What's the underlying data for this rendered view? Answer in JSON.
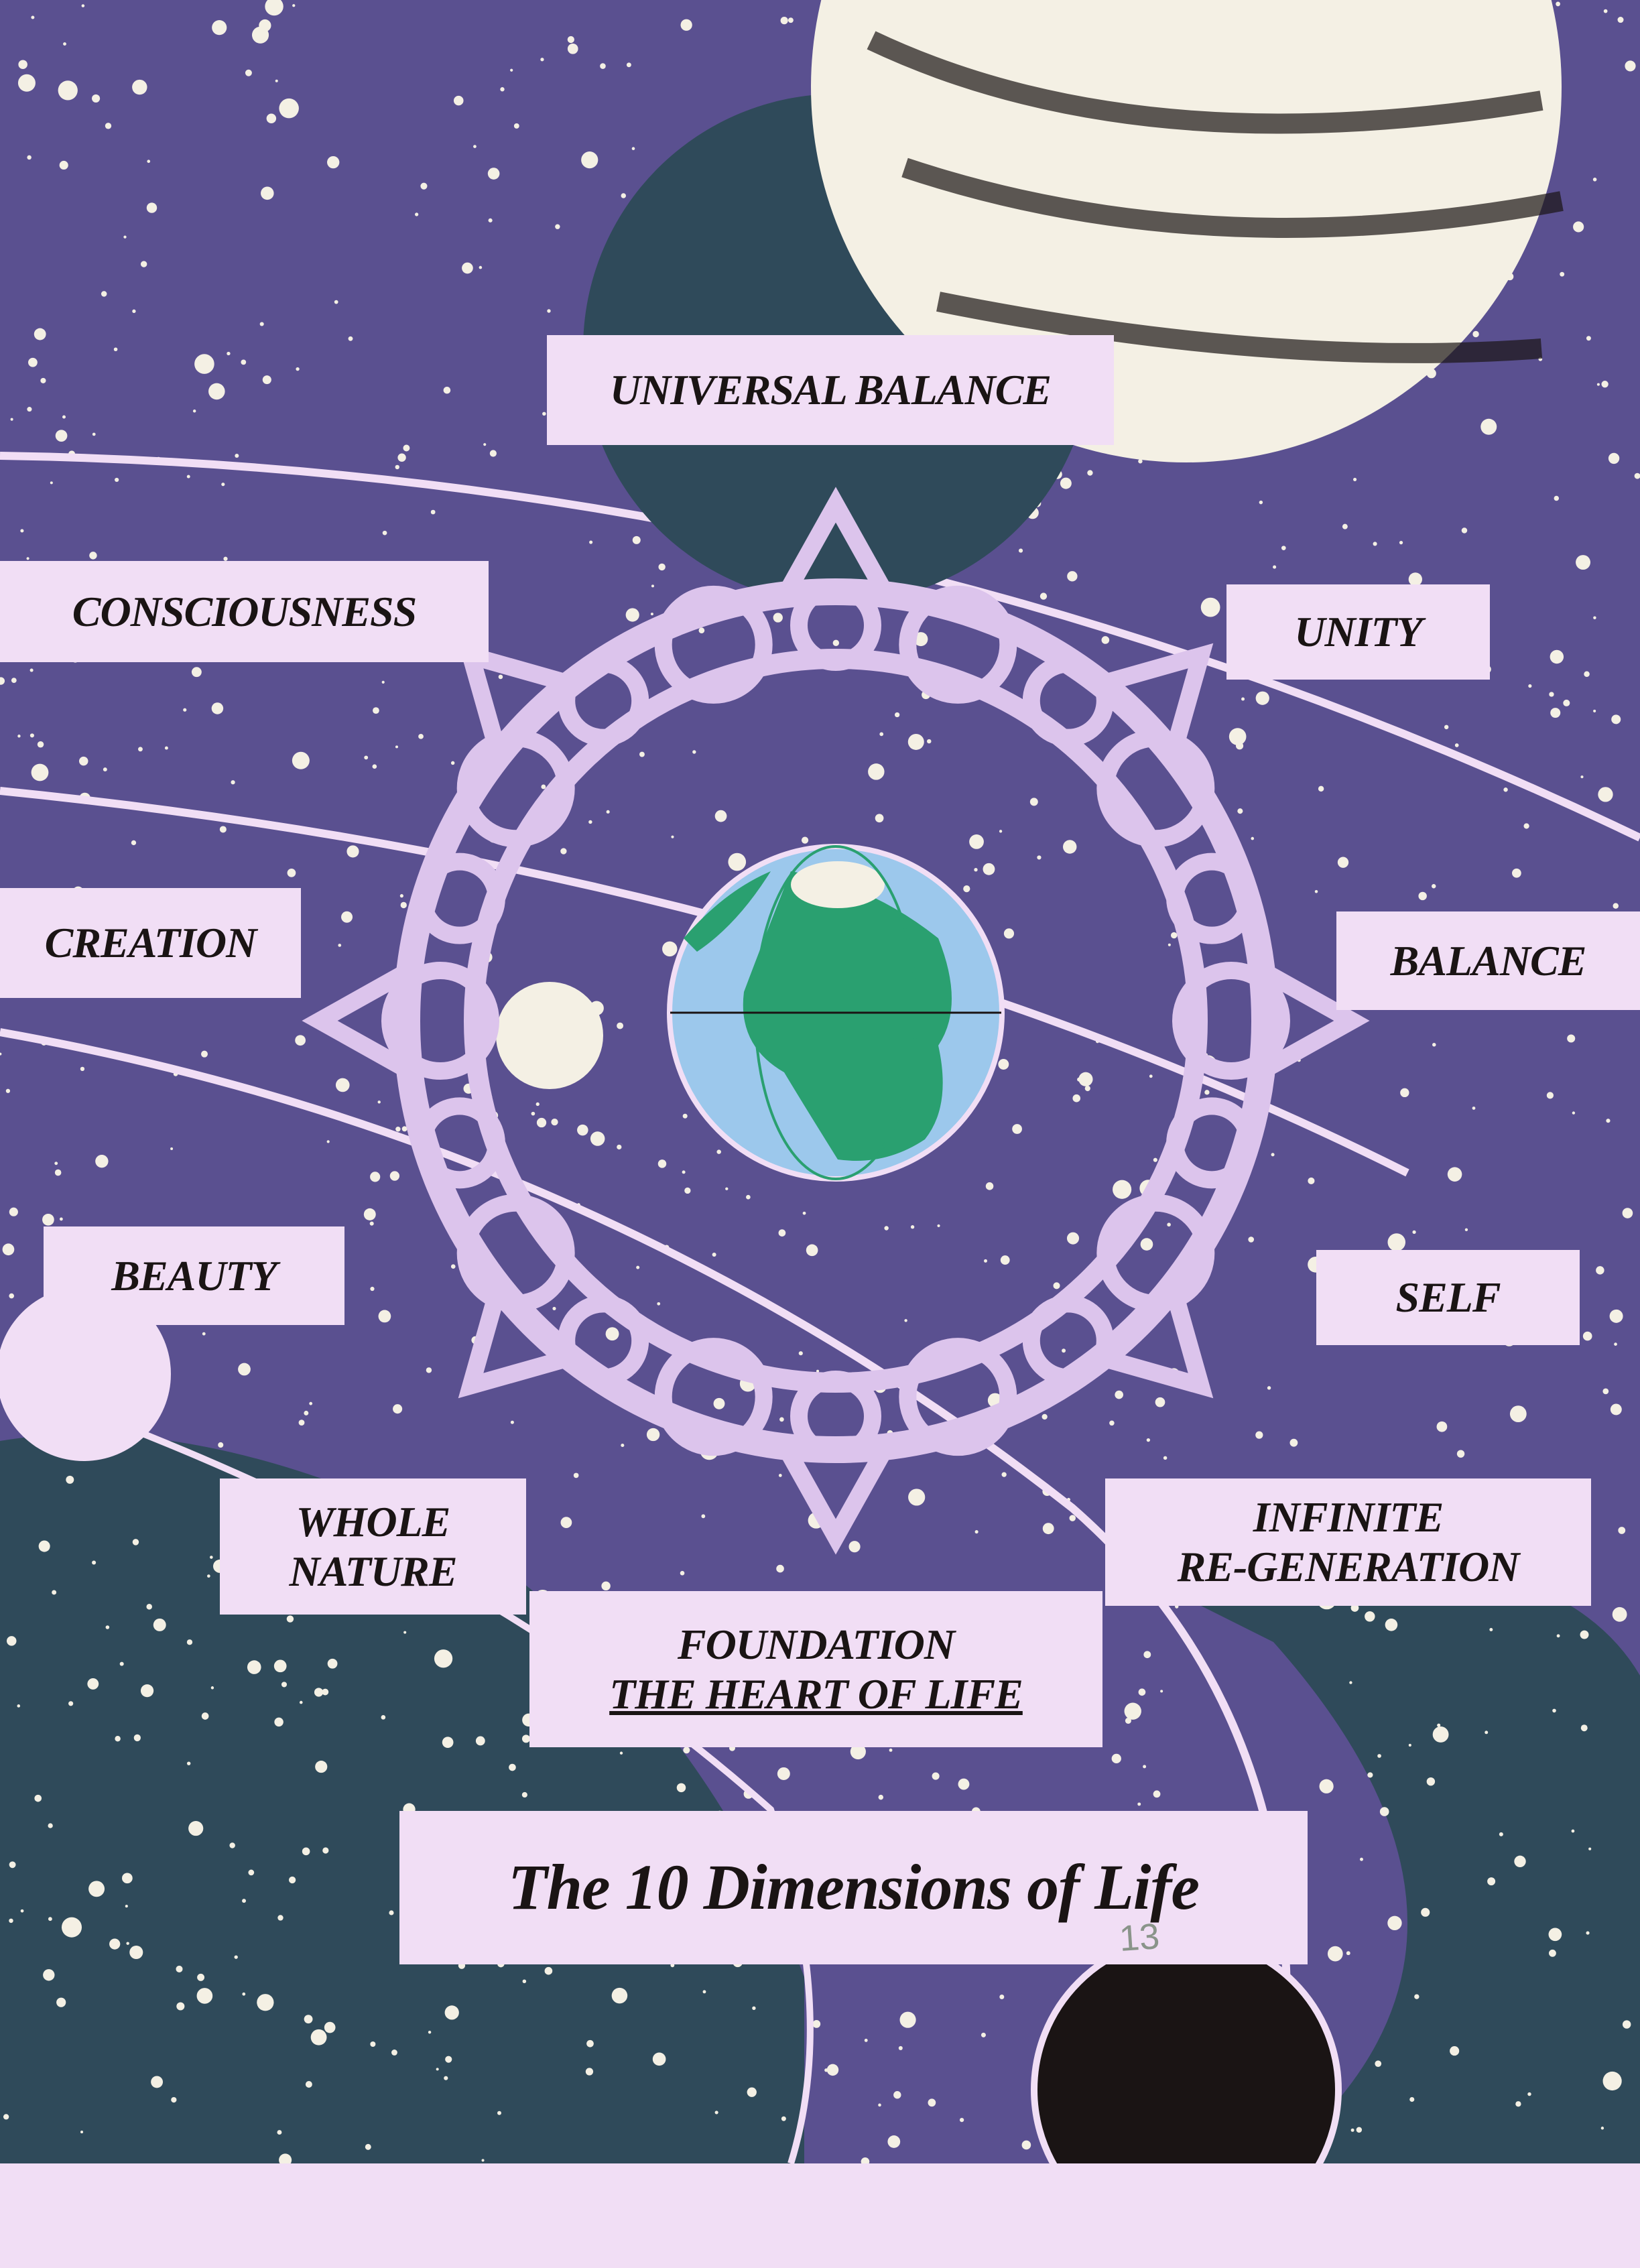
{
  "poster": {
    "title": "The 10 Dimensions of Life",
    "page_number": "13",
    "labels": {
      "universal_balance": "UNIVERSAL BALANCE",
      "consciousness": "CONSCIOUSNESS",
      "unity": "UNITY",
      "creation": "CREATION",
      "balance": "BALANCE",
      "beauty": "BEAUTY",
      "self": "SELF",
      "whole_nature_1": "WHOLE",
      "whole_nature_2": "NATURE",
      "infinite_1": "INFINITE",
      "infinite_2": "RE-GENERATION",
      "foundation_1": "FOUNDATION",
      "foundation_2": "THE HEART OF LIFE"
    },
    "colors": {
      "space_purple": "#5a5090",
      "space_teal": "#2f4a5a",
      "label_bg": "#f1def5",
      "knot": "#dcc4ec",
      "globe_ocean": "#9cc8ec",
      "globe_land": "#2aa070"
    }
  }
}
